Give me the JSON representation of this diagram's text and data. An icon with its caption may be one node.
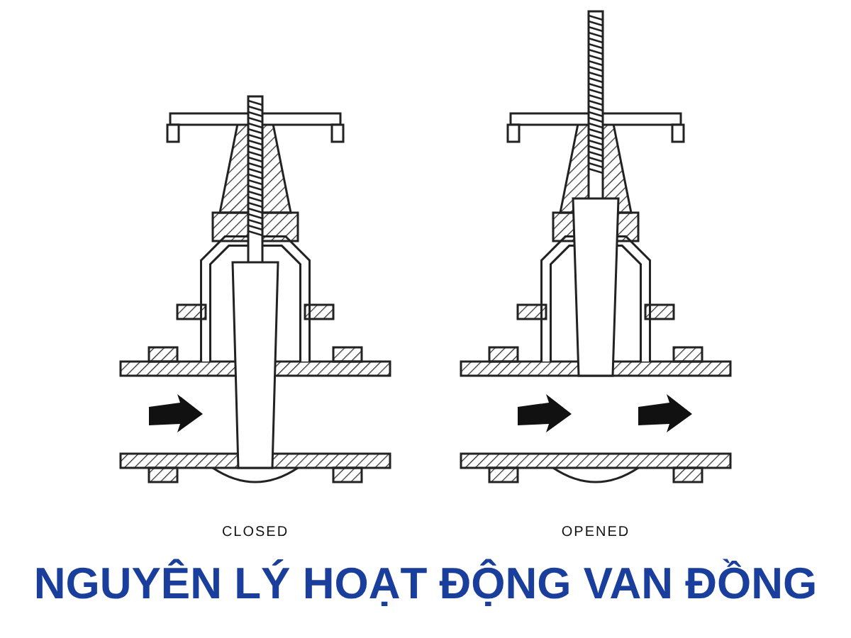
{
  "diagram": {
    "title": "NGUYÊN LÝ HOẠT ĐỘNG VAN ĐỒNG",
    "labels": [
      "CLOSED",
      "OPENED"
    ]
  }
}
